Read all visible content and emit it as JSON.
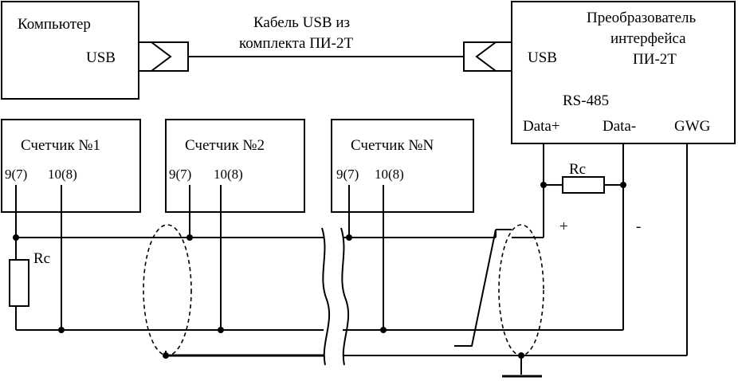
{
  "computer": {
    "title": "Компьютер",
    "port": "USB"
  },
  "cable": {
    "line1": "Кабель USB из",
    "line2": "комплекта ПИ-2Т"
  },
  "converter": {
    "title_line1": "Преобразователь",
    "title_line2": "интерфейса",
    "title_line3": "ПИ-2Т",
    "port_usb": "USB",
    "rs485": "RS-485",
    "data_plus": "Data+",
    "data_minus": "Data-",
    "gwg": "GWG"
  },
  "meters": [
    {
      "title": "Счетчик №1",
      "pin_a": "9(7)",
      "pin_b": "10(8)"
    },
    {
      "title": "Счетчик №2",
      "pin_a": "9(7)",
      "pin_b": "10(8)"
    },
    {
      "title": "Счетчик №N",
      "pin_a": "9(7)",
      "pin_b": "10(8)"
    }
  ],
  "resistor_left": "Rc",
  "resistor_right": "Rc",
  "polarity_plus": "+",
  "polarity_minus": "-"
}
